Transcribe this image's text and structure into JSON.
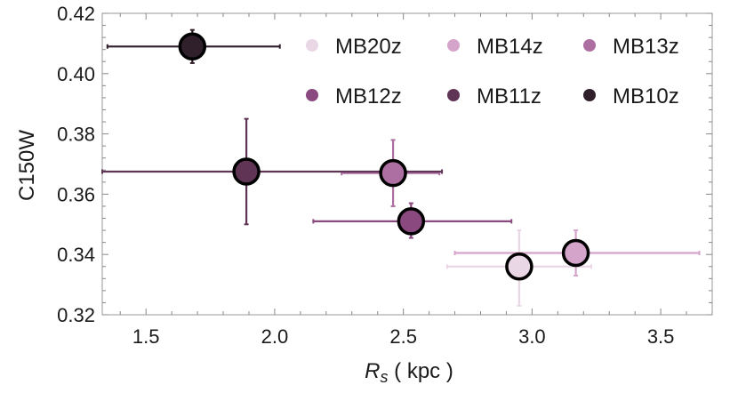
{
  "chart_data": {
    "type": "scatter",
    "xlabel_main": "R",
    "xlabel_sub": "s",
    "xlabel_unit": " ( kpc )",
    "ylabel": "C150W",
    "xlim": [
      1.33,
      3.7
    ],
    "ylim": [
      0.32,
      0.42
    ],
    "x_ticks": [
      1.5,
      2.0,
      2.5,
      3.0,
      3.5
    ],
    "x_tick_labels": [
      "1.5",
      "2.0",
      "2.5",
      "3.0",
      "3.5"
    ],
    "y_ticks": [
      0.32,
      0.34,
      0.36,
      0.38,
      0.4,
      0.42
    ],
    "y_tick_labels": [
      "0.32",
      "0.34",
      "0.36",
      "0.38",
      "0.40",
      "0.42"
    ],
    "grid": false,
    "legend_position": "top-right",
    "series": [
      {
        "name": "MB20z",
        "color": "#ead7e6",
        "x": 2.95,
        "y": 0.336,
        "x_lo": 2.67,
        "x_hi": 3.23,
        "y_lo": 0.323,
        "y_hi": 0.348
      },
      {
        "name": "MB14z",
        "color": "#d5a4ca",
        "x": 3.17,
        "y": 0.3405,
        "x_lo": 2.7,
        "x_hi": 3.65,
        "y_lo": 0.333,
        "y_hi": 0.348
      },
      {
        "name": "MB13z",
        "color": "#ad6fa2",
        "x": 2.46,
        "y": 0.367,
        "x_lo": 2.26,
        "x_hi": 2.64,
        "y_lo": 0.356,
        "y_hi": 0.378
      },
      {
        "name": "MB12z",
        "color": "#8a4a80",
        "x": 2.53,
        "y": 0.351,
        "x_lo": 2.15,
        "x_hi": 2.92,
        "y_lo": 0.3455,
        "y_hi": 0.357
      },
      {
        "name": "MB11z",
        "color": "#603455",
        "x": 1.89,
        "y": 0.3675,
        "x_lo": 1.33,
        "x_hi": 2.65,
        "y_lo": 0.35,
        "y_hi": 0.385
      },
      {
        "name": "MB10z",
        "color": "#30202c",
        "x": 1.68,
        "y": 0.409,
        "x_lo": 1.35,
        "x_hi": 2.02,
        "y_lo": 0.4035,
        "y_hi": 0.4145
      }
    ]
  }
}
